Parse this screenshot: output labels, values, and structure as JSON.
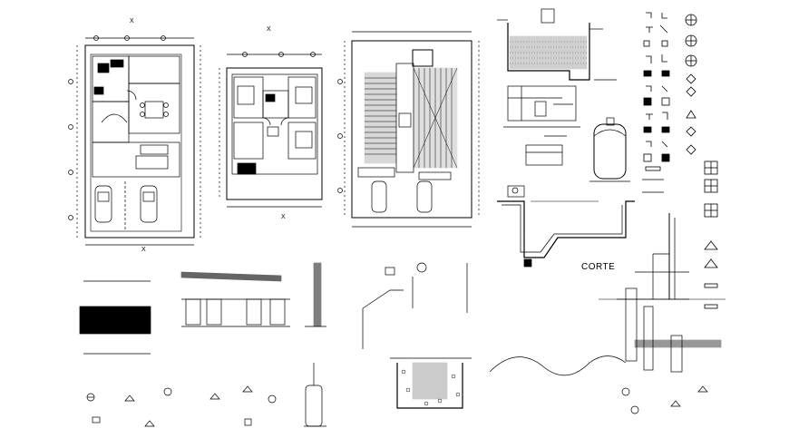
{
  "drawing": {
    "corte_label": "CORTE",
    "axis_marks": [
      "X",
      "X",
      "X",
      "X"
    ],
    "line_color": "#000000",
    "background": "#ffffff"
  },
  "views": [
    {
      "name": "ground-floor-plan"
    },
    {
      "name": "upper-floor-plan"
    },
    {
      "name": "roof-plan"
    },
    {
      "name": "cistern-section"
    },
    {
      "name": "tank-elevation"
    },
    {
      "name": "pool-section"
    },
    {
      "name": "pipe-fittings-legend"
    },
    {
      "name": "plumbing-details"
    },
    {
      "name": "water-heater-detail"
    },
    {
      "name": "registry-box-detail"
    },
    {
      "name": "riser-diagram"
    }
  ]
}
